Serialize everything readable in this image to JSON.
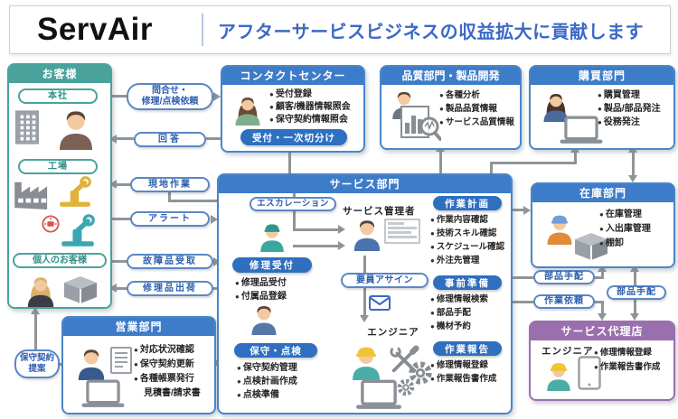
{
  "header": {
    "logo": "ServAir",
    "tagline": "アフターサービスビジネスの収益拡大に貢献します"
  },
  "customer": {
    "title": "お客様",
    "hq": "本社",
    "factory": "工場",
    "individual": "個人のお客様"
  },
  "flows": {
    "inquiry_l1": "問合せ・",
    "inquiry_l2": "修理/点検依頼",
    "answer": "回答",
    "onsite": "現地作業",
    "alert": "アラート",
    "faulty_receive": "故障品受取",
    "repaired_ship": "修理品出荷",
    "contract_l1": "保守契約",
    "contract_l2": "提案",
    "parts1": "部品手配",
    "work_request": "作業依頼",
    "parts2": "部品手配"
  },
  "contact_center": {
    "title": "コンタクトセンター",
    "items": [
      "受付登録",
      "顧客/機器情報照会",
      "保守契約情報照会"
    ],
    "action": "受付・一次切分け"
  },
  "quality": {
    "title": "品質部門・製品開発",
    "items": [
      "各種分析",
      "製品品質情報",
      "サービス品質情報"
    ]
  },
  "purchasing": {
    "title": "購買部門",
    "items": [
      "購買管理",
      "製品/部品発注",
      "役務発注"
    ]
  },
  "service": {
    "title": "サービス部門",
    "escalation": "エスカレーション",
    "manager": "サービス管理者",
    "assign": "要員アサイン",
    "engineer": "エンジニア",
    "repair": {
      "title": "修理受付",
      "items": [
        "修理品受付",
        "付属品登録"
      ]
    },
    "maintenance": {
      "title": "保守・点検",
      "items": [
        "保守契約管理",
        "点検計画作成",
        "点検準備"
      ]
    },
    "planning": {
      "title": "作業計画",
      "items": [
        "作業内容確認",
        "技術スキル確認",
        "スケジュール確認",
        "外注先管理"
      ]
    },
    "preparation": {
      "title": "事前準備",
      "items": [
        "修理情報検索",
        "部品手配",
        "機材予約"
      ]
    },
    "report": {
      "title": "作業報告",
      "items": [
        "修理情報登録",
        "作業報告書作成"
      ]
    }
  },
  "inventory": {
    "title": "在庫部門",
    "items": [
      "在庫管理",
      "入出庫管理",
      "棚卸"
    ]
  },
  "agency": {
    "title": "サービス代理店",
    "role": "エンジニア",
    "items": [
      "修理情報登録",
      "作業報告書作成"
    ]
  },
  "sales": {
    "title": "営業部門",
    "items": [
      "対応状況確認",
      "保守契約更新",
      "各種帳票発行",
      "見積書/請求書"
    ]
  },
  "colors": {
    "accent_blue": "#3d7cc9",
    "teal": "#49a39c",
    "purple": "#9a6fae",
    "pill_blue": "#2e6fc0",
    "arrow_gray": "#909499",
    "text_blue": "#2b5cae",
    "alert_red": "#d8544a"
  }
}
